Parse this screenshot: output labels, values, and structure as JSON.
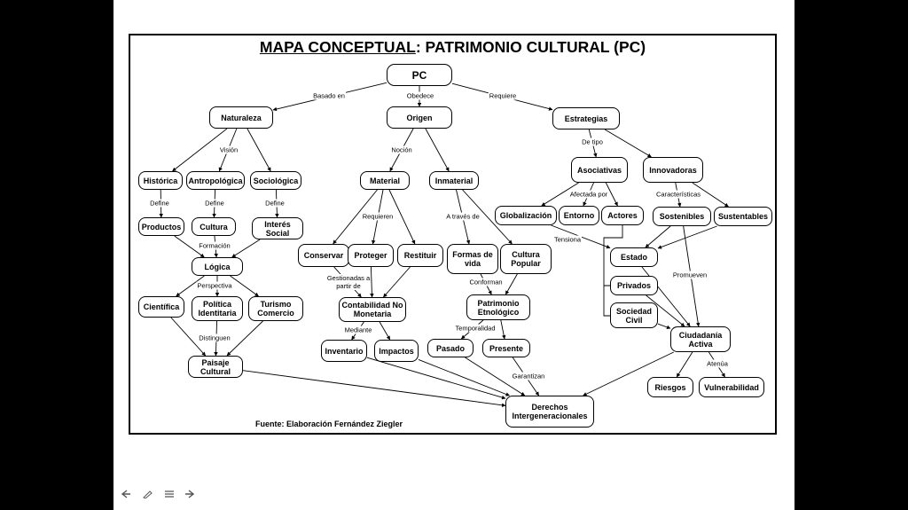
{
  "title": {
    "main": "MAPA CONCEPTUAL",
    "rest": ": PATRIMONIO CULTURAL (PC)"
  },
  "source": "Fuente: Elaboración Fernández Ziegler",
  "nodes": {
    "pc": "PC",
    "naturaleza": "Naturaleza",
    "origen": "Origen",
    "estrategias": "Estrategias",
    "historica": "Histórica",
    "antropologica": "Antropológica",
    "sociologica": "Sociológica",
    "productos": "Productos",
    "cultura": "Cultura",
    "interes_social": "Interés\nSocial",
    "logica": "Lógica",
    "cientifica": "Científica",
    "politica_identitaria": "Política\nIdentitaria",
    "turismo_comercio": "Turismo\nComercio",
    "paisaje_cultural": "Paisaje\nCultural",
    "material": "Material",
    "inmaterial": "Inmaterial",
    "conservar": "Conservar",
    "proteger": "Proteger",
    "restituir": "Restituir",
    "contabilidad": "Contabilidad No\nMonetaria",
    "inventario": "Inventario",
    "impactos": "Impactos",
    "formas_de_vida": "Formas de\nvida",
    "cultura_popular": "Cultura\nPopular",
    "patrimonio_etnologico": "Patrimonio\nEtnológico",
    "pasado": "Pasado",
    "presente": "Presente",
    "derechos": "Derechos\nIntergeneracionales",
    "asociativas": "Asociativas",
    "innovadoras": "Innovadoras",
    "globalizacion": "Globalización",
    "entorno": "Entorno",
    "actores": "Actores",
    "sostenibles": "Sostenibles",
    "sustentables": "Sustentables",
    "estado": "Estado",
    "privados": "Privados",
    "sociedad_civil": "Sociedad\nCivil",
    "ciudadania_activa": "Ciudadanía\nActiva",
    "riesgos": "Riesgos",
    "vulnerabilidad": "Vulnerabilidad"
  },
  "link_labels": {
    "basado_en": "Basado en",
    "obedece": "Obedece",
    "requiere": "Requiere",
    "vision": "Visión",
    "nocion": "Noción",
    "de_tipo": "De tipo",
    "define_1": "Define",
    "define_2": "Define",
    "define_3": "Define",
    "formacion": "Formación",
    "perspectiva": "Perspectiva",
    "distinguen": "Distinguen",
    "requieren": "Requieren",
    "a_traves_de": "A través de",
    "gestionadas": "Gestionadas a\npartir de",
    "mediante": "Mediante",
    "conforman": "Conforman",
    "temporalidad": "Temporalidad",
    "garantizan": "Garantizan",
    "afectada_por": "Afectada por",
    "caracteristicas": "Características",
    "tensiona": "Tensiona",
    "promueven": "Promueven",
    "atenua": "Atenúa"
  }
}
